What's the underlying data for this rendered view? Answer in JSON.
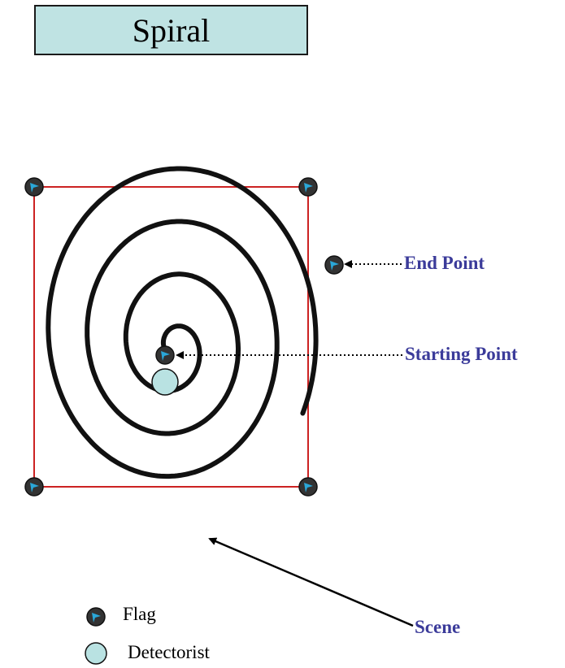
{
  "title": "Spiral",
  "labels": {
    "end_point": "End Point",
    "starting_point": "Starting Point",
    "scene": "Scene"
  },
  "legend": {
    "flag": "Flag",
    "detectorist": "Detectorist"
  },
  "colors": {
    "title_fill": "#bfe3e3",
    "scene_border": "#cc2222",
    "spiral": "#111111",
    "label": "#3b3b9a",
    "detectorist_fill": "#b9e2e2",
    "flag_body": "#333333",
    "flag_accent": "#2aa7d8"
  },
  "icons": [
    "flag-icon",
    "detectorist-icon",
    "arrow-icon"
  ]
}
